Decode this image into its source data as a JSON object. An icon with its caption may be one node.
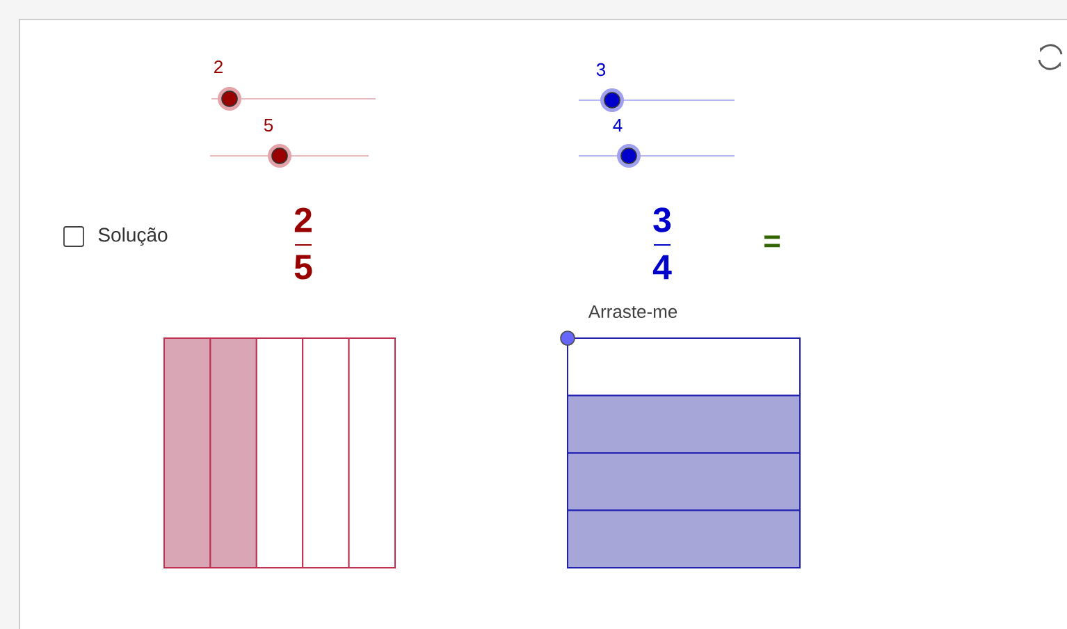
{
  "diagram": {
    "labels": [
      "2",
      "3",
      "5",
      "4",
      "Solução",
      "2",
      "5",
      "3",
      "4",
      "=",
      "Arraste-me"
    ]
  }
}
